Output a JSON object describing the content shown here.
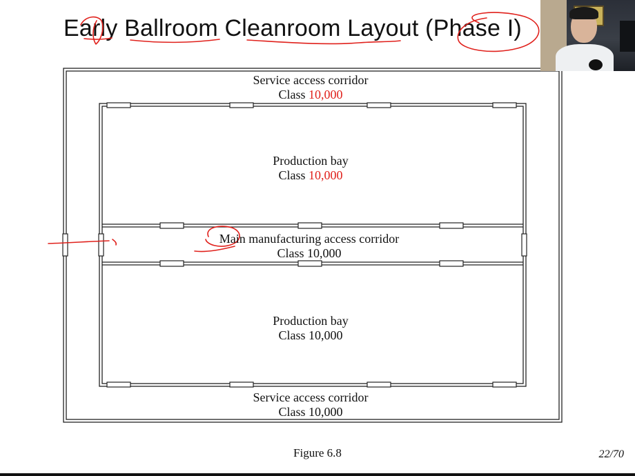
{
  "slide": {
    "title": "Early Ballroom Cleanroom Layout (Phase I)",
    "caption": "Figure 6.8",
    "page": "22/70"
  },
  "diagram": {
    "top_service_corridor": {
      "name": "Service access corridor",
      "class_prefix": "Class ",
      "class_value": "10,000"
    },
    "upper_production_bay": {
      "name": "Production bay",
      "class_prefix": "Class ",
      "class_value": "10,000"
    },
    "main_corridor": {
      "name": "Main manufacturing access corridor",
      "class_line": "Class 10,000"
    },
    "lower_production_bay": {
      "name": "Production bay",
      "class_line": "Class 10,000"
    },
    "bottom_service_corridor": {
      "name": "Service access corridor",
      "class_line": "Class 10,000"
    }
  },
  "colors": {
    "text": "#111111",
    "accent_red": "#e0201b",
    "wall": "#222222",
    "annotation_red": "#e0201b"
  }
}
